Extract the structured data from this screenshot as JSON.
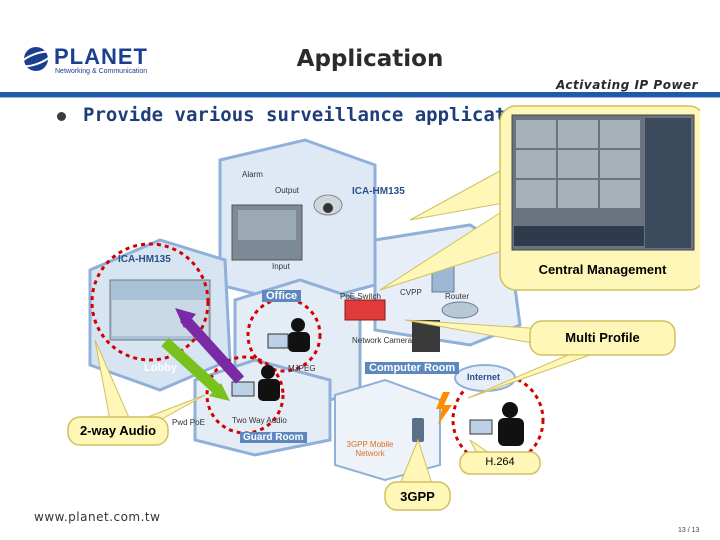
{
  "header": {
    "logo_text": "PLANET",
    "logo_subtitle": "Networking & Communication",
    "title": "Application",
    "tagline": "Activating IP Power"
  },
  "bullet": {
    "text": "Provide various surveillance applicati"
  },
  "scene": {
    "hex_labels": {
      "alarm": "Alarm",
      "output": "Output",
      "input": "Input",
      "office": "Office",
      "camera_top": "ICA-HM135",
      "camera_left": "ICA-HM135",
      "poe_switch": "PoE Switch",
      "cvpp": "CVPP",
      "router": "Router",
      "network_camera": "Network Camera",
      "computer_room": "Computer Room",
      "internet": "Internet",
      "mjpeg": "MJPEG",
      "two_way_audio": "Two Way Audio",
      "guard_room": "Guard Room",
      "pwd_poe": "Pwd PoE",
      "three_gpp_network": "3GPP Mobile Network",
      "lobby": "Lobby"
    },
    "callouts": {
      "central_management": "Central Management",
      "multi_profile": "Multi Profile",
      "two_way_audio": "2-way Audio",
      "h264": "H.264",
      "three_gpp": "3GPP"
    }
  },
  "footer": {
    "url": "www.planet.com.tw",
    "page": "13 / 13"
  },
  "colors": {
    "brand_blue": "#1b3f8f",
    "rule_blue": "#1e5aa8",
    "callout_fill": "#fff7b8",
    "dashed_red": "#d40000",
    "arrow_purple": "#7a2aa6",
    "arrow_green": "#79c21e",
    "hex_fill": "#dfe9f5",
    "hex_stroke": "#8fb0d8"
  }
}
